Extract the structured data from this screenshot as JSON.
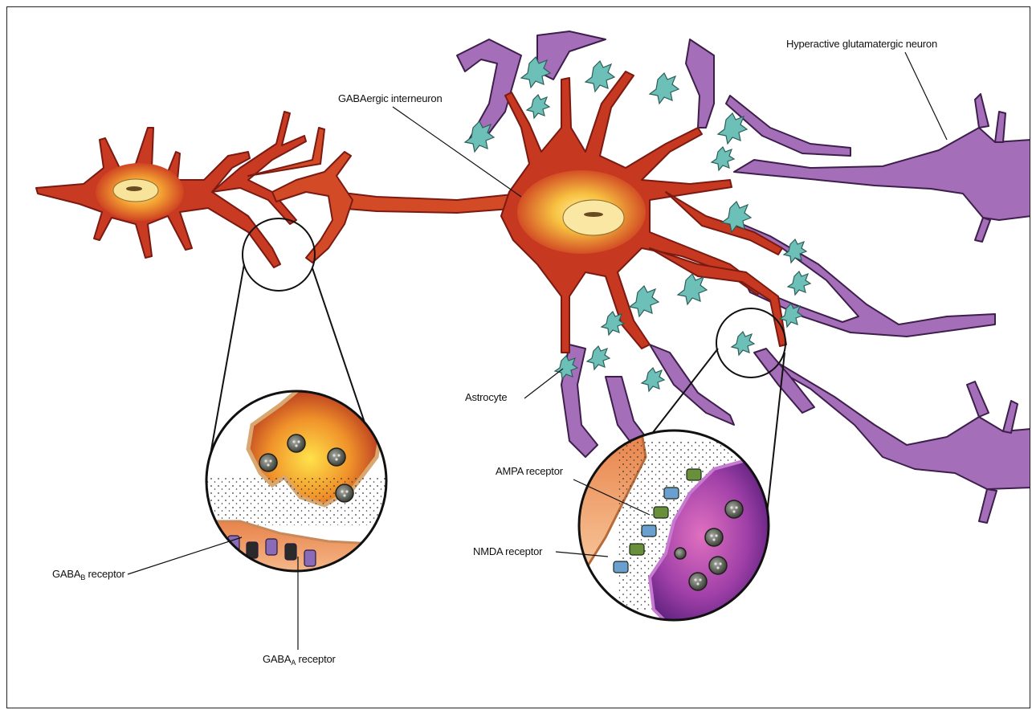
{
  "labels": {
    "hyperactive": "Hyperactive glutamatergic neuron",
    "gabaergic": "GABAergic interneuron",
    "astrocyte": "Astrocyte",
    "ampa": "AMPA receptor",
    "nmda": "NMDA receptor",
    "gaba_b_prefix": "GABA",
    "gaba_b_sub": "B",
    "gaba_b_suffix": " receptor",
    "gaba_a_prefix": "GABA",
    "gaba_a_sub": "A",
    "gaba_a_suffix": " receptor"
  },
  "colors": {
    "gaba_neuron_outline": "#8e1e14",
    "gaba_neuron_fill": "#c93a22",
    "gaba_neuron_core": "#f5b62a",
    "glutamatergic_fill": "#a06cb4",
    "glutamatergic_outline": "#4a2456",
    "astrocyte_fill": "#5fb6b0",
    "receptor_purple": "#8a6bb8",
    "receptor_green": "#6a8f3a",
    "receptor_blue": "#6a9fd0",
    "glia_cyan": "#4fc4dc"
  }
}
